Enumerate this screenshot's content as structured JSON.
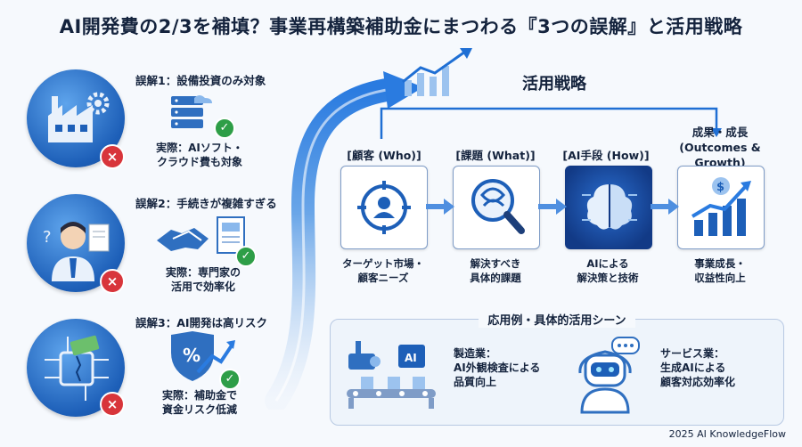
{
  "title": "AI開発費の2/3を補填？事業再構築補助金にまつわる『3つの誤解』と活用戦略",
  "misconceptions": [
    {
      "title": "誤解1：設備投資のみ対象",
      "fact": "実際：AIソフト・\nクラウド費も対象",
      "icon": "factory-gears-icon",
      "fact_icon": "server-cloud-icon"
    },
    {
      "title": "誤解2：手続きが複雑すぎる",
      "fact": "実際：専門家の\n活用で効率化",
      "icon": "confused-person-icon",
      "fact_icon": "handshake-document-icon"
    },
    {
      "title": "誤解3：AI開発は高リスク",
      "fact": "実際：補助金で\n資金リスク低減",
      "icon": "circuit-money-icon",
      "fact_icon": "shield-percent-icon"
    }
  ],
  "strategy": {
    "label": "活用戦略",
    "steps": [
      {
        "label": "[顧客 (Who)]",
        "desc": "ターゲット市場・\n顧客ニーズ",
        "icon": "target-person-icon"
      },
      {
        "label": "[課題 (What)]",
        "desc": "解決すべき\n具体的課題",
        "icon": "magnifier-knot-icon"
      },
      {
        "label": "[AI手段 (How)]",
        "desc": "AIによる\n解決策と技術",
        "icon": "brain-chip-icon"
      },
      {
        "label": "成果・成長\n(Outcomes & Growth)",
        "desc": "事業成長・\n収益性向上",
        "icon": "growth-chart-icon"
      }
    ]
  },
  "applications": {
    "title": "応用例・具体的活用シーン",
    "items": [
      {
        "text": "製造業：\nAI外観検査による\n品質向上",
        "icon": "ai-inspection-camera-icon"
      },
      {
        "text": "サービス業：\n生成AIによる\n顧客対応効率化",
        "icon": "robot-support-icon"
      }
    ]
  },
  "footer": "2025 AI KnowledgeFlow"
}
